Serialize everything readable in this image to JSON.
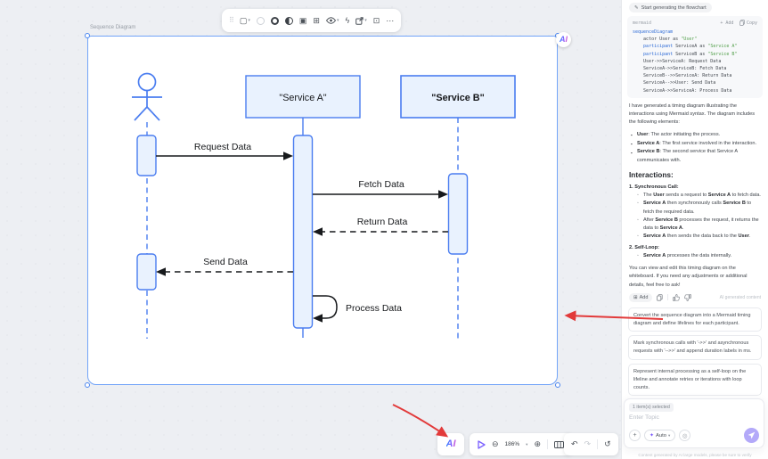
{
  "canvas": {
    "frame_label": "Sequence Diagram",
    "diagram": {
      "participants": {
        "service_a": "\"Service A\"",
        "service_b": "\"Service B\""
      },
      "messages": {
        "request": "Request Data",
        "fetch": "Fetch Data",
        "return": "Return Data",
        "send": "Send Data",
        "process": "Process Data"
      }
    }
  },
  "toolbar_bottom": {
    "ai_logo": "AI",
    "zoom_level": "186%"
  },
  "panel": {
    "status_chip": "Start generating the flowchart",
    "code": {
      "language": "mermaid",
      "add_label": "+ Add",
      "copy_label": "Copy",
      "lines": [
        [
          {
            "t": "sequenceDiagram",
            "c": "kw"
          }
        ],
        [
          {
            "t": "    actor User as ",
            "c": ""
          },
          {
            "t": "\"User\"",
            "c": "str"
          }
        ],
        [
          {
            "t": "    ",
            "c": ""
          },
          {
            "t": "participant",
            "c": "kw"
          },
          {
            "t": " ServiceA as ",
            "c": ""
          },
          {
            "t": "\"Service A\"",
            "c": "str"
          }
        ],
        [
          {
            "t": "    ",
            "c": ""
          },
          {
            "t": "participant",
            "c": "kw"
          },
          {
            "t": " ServiceB as ",
            "c": ""
          },
          {
            "t": "\"Service B\"",
            "c": "str"
          }
        ],
        [
          {
            "t": "    User->>ServiceA: Request Data",
            "c": ""
          }
        ],
        [
          {
            "t": "    ServiceA->>ServiceB: Fetch Data",
            "c": ""
          }
        ],
        [
          {
            "t": "    ServiceB-->>ServiceA: Return Data",
            "c": ""
          }
        ],
        [
          {
            "t": "    ServiceA-->>User: Send Data",
            "c": ""
          }
        ],
        [
          {
            "t": "    ServiceA->>ServiceA: Process Data",
            "c": ""
          }
        ]
      ]
    },
    "intro": [
      {
        "t": "I have generated a timing diagram illustrating the interactions using Mermaid syntax. The diagram includes the following elements:",
        "c": ""
      }
    ],
    "bullets": [
      [
        {
          "t": "User",
          "c": "b"
        },
        {
          "t": ": The actor initiating the process.",
          "c": ""
        }
      ],
      [
        {
          "t": "Service A",
          "c": "b"
        },
        {
          "t": ": The first service involved in the interaction.",
          "c": ""
        }
      ],
      [
        {
          "t": "Service B",
          "c": "b"
        },
        {
          "t": ": The second service that Service A communicates with.",
          "c": ""
        }
      ]
    ],
    "interactions_heading": "Interactions:",
    "numbered": [
      {
        "title": [
          {
            "t": "1. Synchronous Call:",
            "c": "b"
          }
        ],
        "items": [
          [
            {
              "t": "The ",
              "c": ""
            },
            {
              "t": "User",
              "c": "b"
            },
            {
              "t": " sends a request to ",
              "c": ""
            },
            {
              "t": "Service A",
              "c": "b"
            },
            {
              "t": " to fetch data.",
              "c": ""
            }
          ],
          [
            {
              "t": "Service A",
              "c": "b"
            },
            {
              "t": " then synchronously calls ",
              "c": ""
            },
            {
              "t": "Service B",
              "c": "b"
            },
            {
              "t": " to fetch the required data.",
              "c": ""
            }
          ],
          [
            {
              "t": "After ",
              "c": ""
            },
            {
              "t": "Service B",
              "c": "b"
            },
            {
              "t": " processes the request, it returns the data to ",
              "c": ""
            },
            {
              "t": "Service A",
              "c": "b"
            },
            {
              "t": ".",
              "c": ""
            }
          ],
          [
            {
              "t": "Service A",
              "c": "b"
            },
            {
              "t": " then sends the data back to the ",
              "c": ""
            },
            {
              "t": "User",
              "c": "b"
            },
            {
              "t": ".",
              "c": ""
            }
          ]
        ]
      },
      {
        "title": [
          {
            "t": "2. Self-Loop:",
            "c": "b"
          }
        ],
        "items": [
          [
            {
              "t": "Service A",
              "c": "b"
            },
            {
              "t": " processes the data internally.",
              "c": ""
            }
          ]
        ]
      }
    ],
    "outro": [
      {
        "t": "You can view and edit this timing diagram on the whiteboard. If you need any adjustments or additional details, feel free to ask!",
        "c": ""
      }
    ],
    "actions": {
      "add_label": "Add",
      "copy_label": "",
      "ai_note": "AI generated content"
    },
    "suggestions": [
      "Convert the sequence diagram into a Mermaid timing diagram and define lifelines for each participant.",
      "Mark synchronous calls with '->>' and asynchronous requests with '-->>' and append duration labels in ms.",
      "Represent internal processing as a self-loop on the lifeline and annotate retries or iterations with loop counts."
    ],
    "composer": {
      "selected_badge": "1 item(s) selected",
      "placeholder": "Enter Topic",
      "plus_label": "+",
      "auto_label": "Auto",
      "footer": "Content generated by AI large models, please be sure to verify"
    }
  },
  "colors": {
    "diagram_blue": "#4a7df0",
    "diagram_fill": "#e9f2fe",
    "selection_blue": "#72a4f8",
    "annotation_red": "#e23a3a",
    "accent_purple": "#7c5cfc"
  }
}
